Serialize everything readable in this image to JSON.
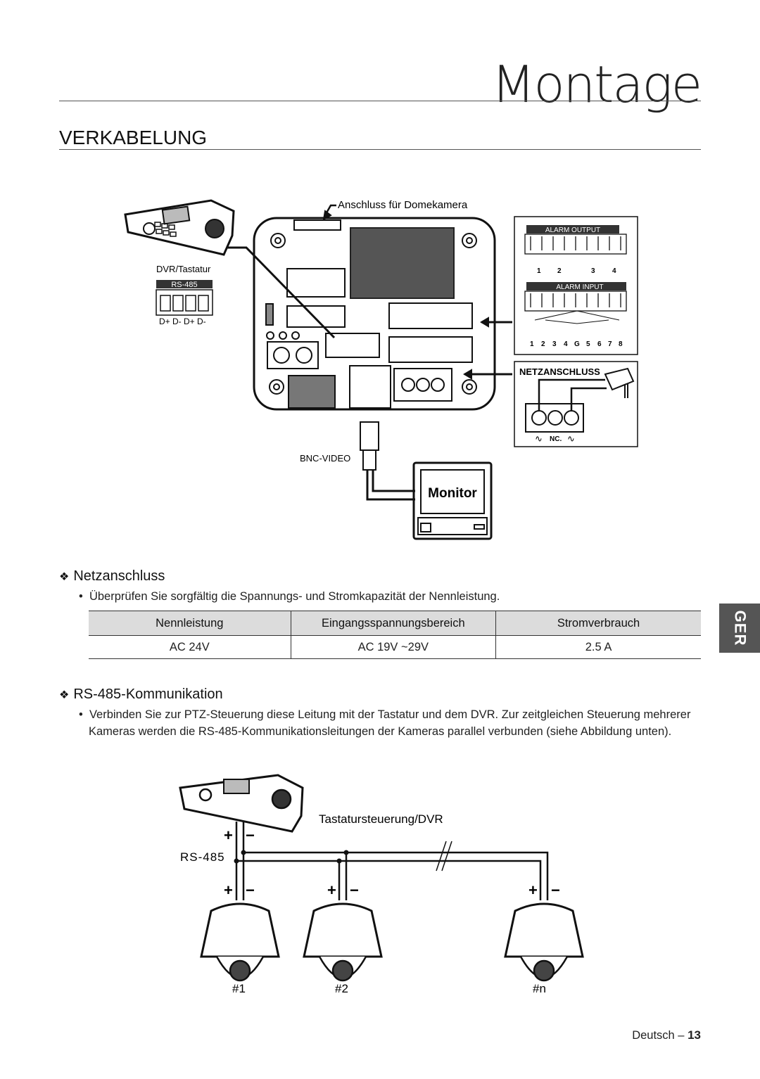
{
  "header": {
    "chapter": "Montage",
    "section": "VERKABELUNG"
  },
  "diagram1": {
    "dome_label": "Anschluss für Domekamera",
    "keyboard_label": "DVR/Tastatur",
    "rs485_tag": "RS-485",
    "rs485_pins": "D+ D-  D+ D-",
    "bnc_label": "BNC-VIDEO",
    "monitor_label": "Monitor",
    "alarm_output_label": "ALARM OUTPUT",
    "alarm_output_numbers": [
      "1",
      "2",
      "3",
      "4"
    ],
    "alarm_input_label": "ALARM INPUT",
    "alarm_input_numbers": [
      "1",
      "2",
      "3",
      "4",
      "G",
      "5",
      "6",
      "7",
      "8"
    ],
    "power_label": "NETZANSCHLUSS",
    "power_nc": "NC."
  },
  "power": {
    "heading": "Netzanschluss",
    "bullet": "Überprüfen Sie sorgfältig die Spannungs- und Stromkapazität der Nennleistung.",
    "table": {
      "headers": [
        "Nennleistung",
        "Eingangsspannungsbereich",
        "Stromverbrauch"
      ],
      "rows": [
        [
          "AC 24V",
          "AC 19V ~29V",
          "2.5 A"
        ]
      ]
    }
  },
  "rs485": {
    "heading": "RS-485-Kommunikation",
    "bullet": "Verbinden Sie zur PTZ-Steuerung diese Leitung mit der Tastatur und dem DVR. Zur zeitgleichen Steuerung mehrerer Kameras werden die RS-485-Kommunikationsleitungen der Kameras parallel verbunden (siehe Abbildung unten)."
  },
  "diagram2": {
    "controller_label": "Tastatursteuerung/DVR",
    "bus_label": "RS-485",
    "plus": "+",
    "minus": "−",
    "cameras": [
      "#1",
      "#2",
      "#n"
    ]
  },
  "side_tab": "GER",
  "footer": {
    "language": "Deutsch –",
    "page": "13"
  }
}
